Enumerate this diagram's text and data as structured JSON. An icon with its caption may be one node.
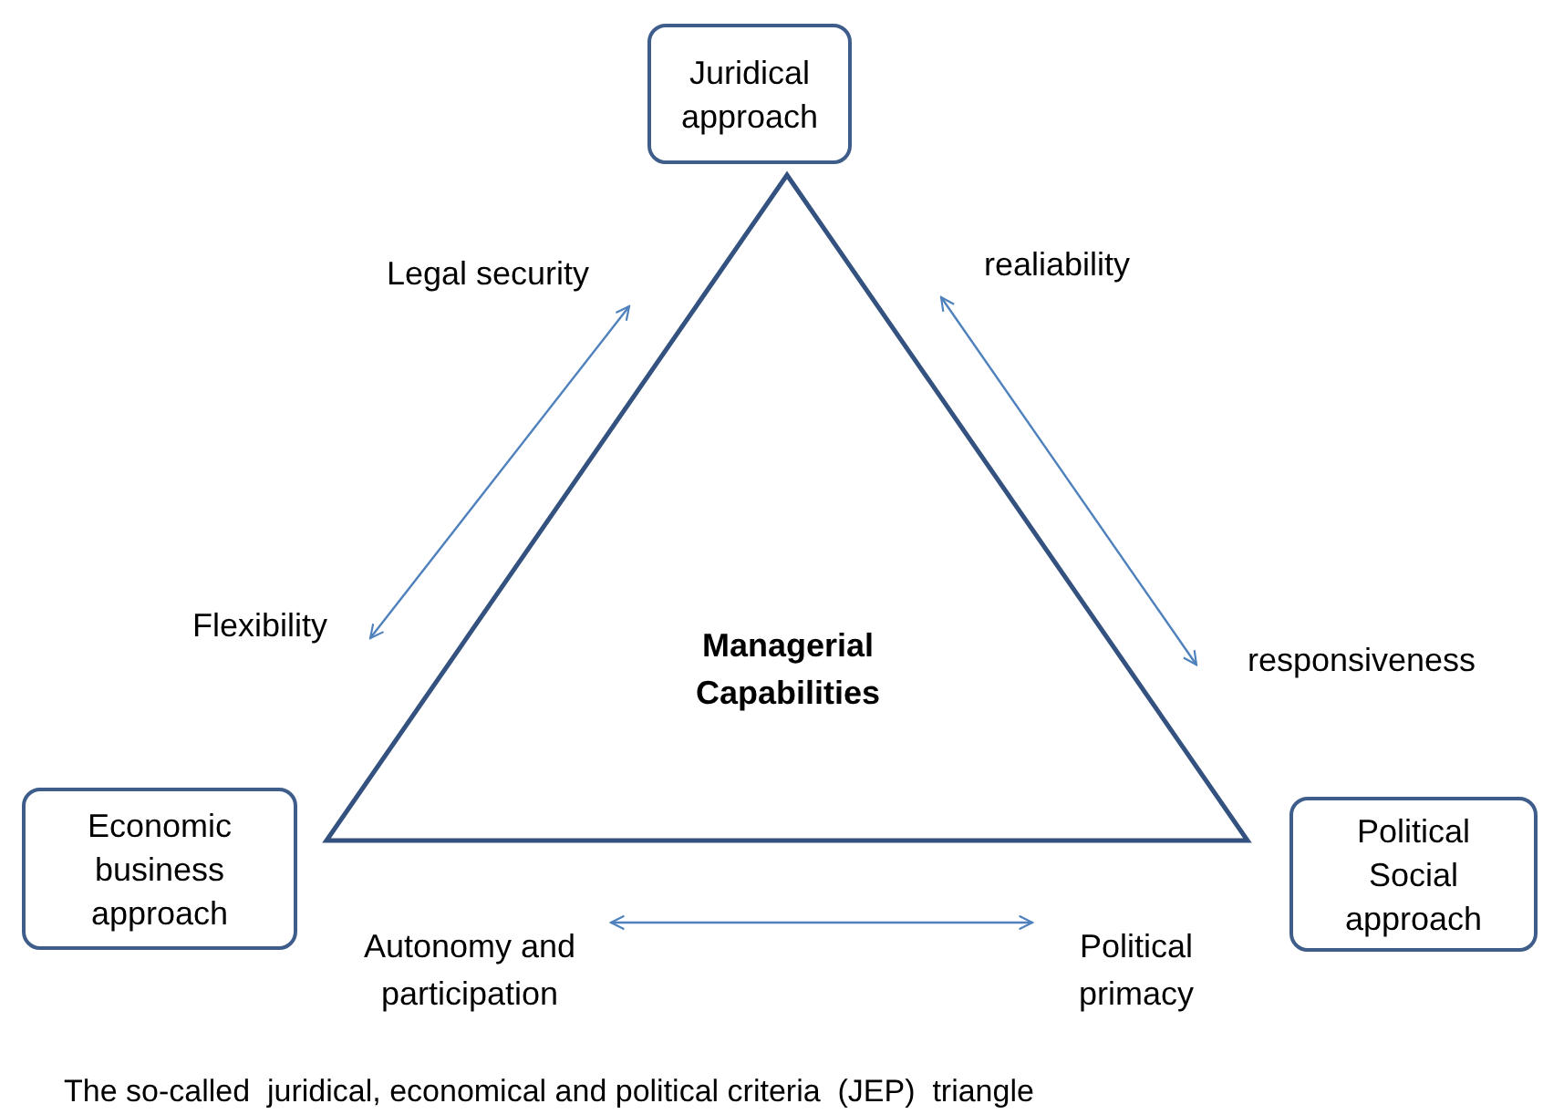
{
  "diagram": {
    "caption": "The so-called  juridical, economical and political criteria  (JEP)  triangle",
    "nodes": [
      {
        "text": [
          "Juridical approach"
        ]
      },
      {
        "text": [
          "Legal security"
        ]
      },
      {
        "text": [
          "realiability"
        ]
      },
      {
        "text": [
          "Flexibility"
        ]
      },
      {
        "text": [
          "Managerial Capabilities"
        ]
      },
      {
        "text": [
          "responsiveness"
        ]
      },
      {
        "text": [
          "Economic business approach"
        ]
      },
      {
        "text": [
          "Political Social approach"
        ]
      },
      {
        "text": [
          "Autonomy and participation"
        ]
      },
      {
        "text": [
          "Political primacy"
        ]
      }
    ],
    "edges": [
      {
        "from": 1,
        "to": 3,
        "arrow": "both"
      },
      {
        "from": 2,
        "to": 5,
        "arrow": "both"
      },
      {
        "from": 8,
        "to": 9,
        "arrow": "both"
      }
    ]
  }
}
